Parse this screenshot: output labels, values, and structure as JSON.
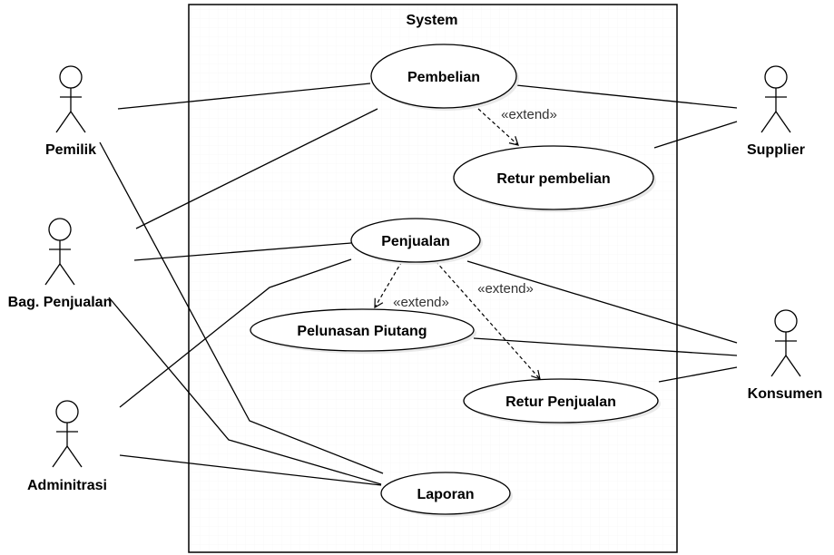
{
  "system": {
    "title": "System"
  },
  "actors": {
    "pemilik": "Pemilik",
    "bag_penjualan": "Bag. Penjualan",
    "adminitrasi": "Adminitrasi",
    "supplier": "Supplier",
    "konsumen": "Konsumen"
  },
  "use_cases": {
    "pembelian": "Pembelian",
    "retur_pembelian": "Retur pembelian",
    "penjualan": "Penjualan",
    "pelunasan_piutang": "Pelunasan Piutang",
    "retur_penjualan": "Retur Penjualan",
    "laporan": "Laporan"
  },
  "relations": {
    "extend_label": "«extend»"
  },
  "colors": {
    "line": "#000000",
    "background": "#ffffff",
    "shadow": "#e9e9e9"
  }
}
